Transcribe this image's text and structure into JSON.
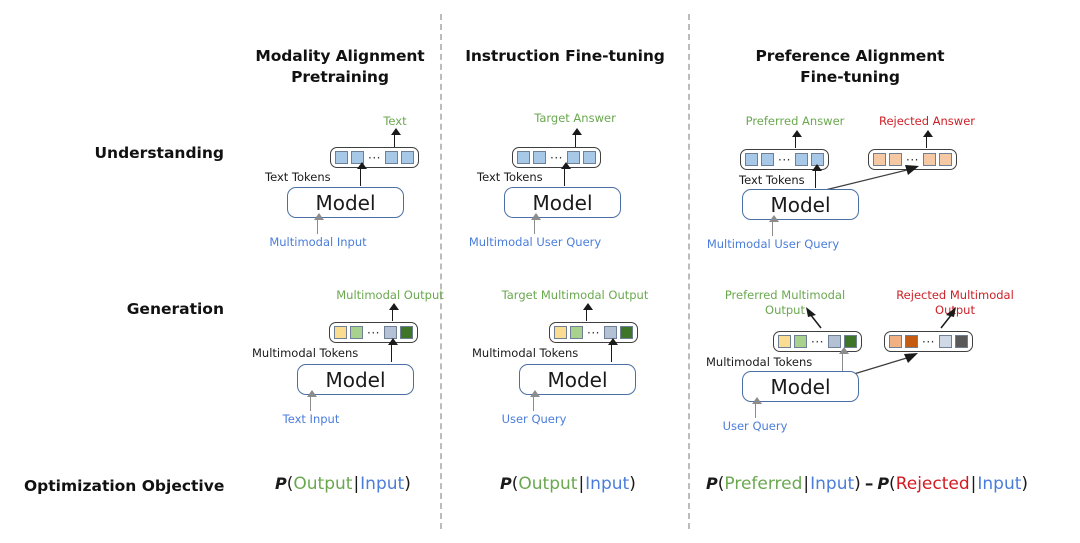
{
  "figure": {
    "row_labels": [
      {
        "id": "understanding",
        "text": "Understanding"
      },
      {
        "id": "generation",
        "text": "Generation"
      },
      {
        "id": "optimization-objective",
        "text": "Optimization Objective"
      }
    ],
    "columns": [
      {
        "id": "modality-alignment-pretraining",
        "title_line1": "Modality Alignment",
        "title_line2": "Pretraining"
      },
      {
        "id": "instruction-fine-tuning",
        "title_line1": "Instruction Fine-tuning",
        "title_line2": ""
      },
      {
        "id": "preference-alignment-fine-tuning",
        "title_line1": "Preference Alignment",
        "title_line2": "Fine-tuning"
      }
    ],
    "model_label": "Model",
    "ellipsis": "···",
    "understanding": {
      "col1": {
        "output_label": "Text",
        "tokens_label": "Text Tokens",
        "input_label": "Multimodal Input",
        "tokens": [
          "blue",
          "blue",
          "dots",
          "blue",
          "blue"
        ]
      },
      "col2": {
        "output_label": "Target Answer",
        "tokens_label": "Text Tokens",
        "input_label": "Multimodal User Query",
        "tokens": [
          "blue",
          "blue",
          "dots",
          "blue",
          "blue"
        ]
      },
      "col3": {
        "output_label_preferred": "Preferred Answer",
        "output_label_rejected": "Rejected Answer",
        "tokens_label": "Text Tokens",
        "input_label": "Multimodal User Query",
        "tokens_preferred": [
          "blue",
          "blue",
          "dots",
          "blue",
          "blue"
        ],
        "tokens_rejected": [
          "orange",
          "orange",
          "dots",
          "orange",
          "orange"
        ]
      }
    },
    "generation": {
      "col1": {
        "output_label": "Multimodal Output",
        "tokens_label": "Multimodal Tokens",
        "input_label": "Text Input",
        "tokens": [
          "yellow",
          "lightgreen",
          "dots",
          "slate",
          "darkgreen"
        ]
      },
      "col2": {
        "output_label": "Target Multimodal Output",
        "tokens_label": "Multimodal Tokens",
        "input_label": "User Query",
        "tokens": [
          "yellow",
          "lightgreen",
          "dots",
          "slate",
          "darkgreen"
        ]
      },
      "col3": {
        "output_label_preferred_line1": "Preferred Multimodal",
        "output_label_preferred_line2": "Output",
        "output_label_rejected_line1": "Rejected Multimodal",
        "output_label_rejected_line2": "Output",
        "tokens_label": "Multimodal Tokens",
        "input_label": "User Query",
        "tokens_preferred": [
          "yellow",
          "lightgreen",
          "dots",
          "slate",
          "darkgreen"
        ],
        "tokens_rejected": [
          "peach",
          "burntorange",
          "dots",
          "paleblue",
          "darkgray"
        ]
      }
    },
    "objectives": {
      "col1": {
        "p": "P",
        "open": "(",
        "output": "Output",
        "bar": "|",
        "input": "Input",
        "close": ")"
      },
      "col2": {
        "p": "P",
        "open": "(",
        "output": "Output",
        "bar": "|",
        "input": "Input",
        "close": ")"
      },
      "col3": {
        "p1": "P",
        "open1": "(",
        "preferred": "Preferred",
        "bar1": "|",
        "input1": "Input",
        "close1": ")",
        "minus": "–",
        "p2": "P",
        "open2": "(",
        "rejected": "Rejected",
        "bar2": "|",
        "input2": "Input",
        "close2": ")"
      }
    },
    "colors": {
      "blue_token": "#a8c8e8",
      "orange_token": "#f5c9a3",
      "yellow_token": "#fbdd92",
      "lightgreen_token": "#a9d18e",
      "slate_token": "#b4c0d4",
      "darkgreen_token": "#3f7527",
      "peach_token": "#f2b183",
      "burntorange_token": "#c55a11",
      "paleblue_token": "#cfd9e6",
      "darkgray_token": "#595959",
      "green_text": "#6aa84f",
      "blue_text": "#4a7ddb",
      "red_text": "#cc2127",
      "model_border": "#4a6fa5",
      "divider": "#bcbcbc"
    }
  }
}
